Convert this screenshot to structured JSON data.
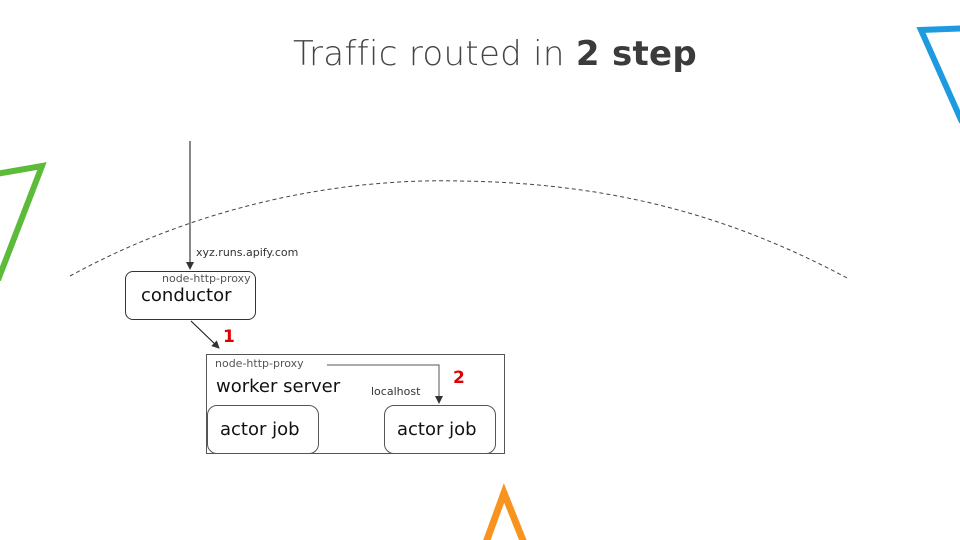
{
  "title": {
    "prefix": "Traffic routed in ",
    "bold": "2 step"
  },
  "diagram": {
    "incoming_host": "xyz.runs.apify.com",
    "conductor": {
      "tag": "node-http-proxy",
      "label": "conductor"
    },
    "worker": {
      "tag": "node-http-proxy",
      "label": "worker server",
      "localhost": "localhost"
    },
    "jobs": [
      {
        "label": "actor job"
      },
      {
        "label": "actor job"
      }
    ],
    "steps": [
      "1",
      "2"
    ]
  },
  "colors": {
    "step_text": "#e00000",
    "decor_green": "#5dbb3a",
    "decor_blue": "#1e9be0",
    "decor_orange": "#f7931e"
  }
}
